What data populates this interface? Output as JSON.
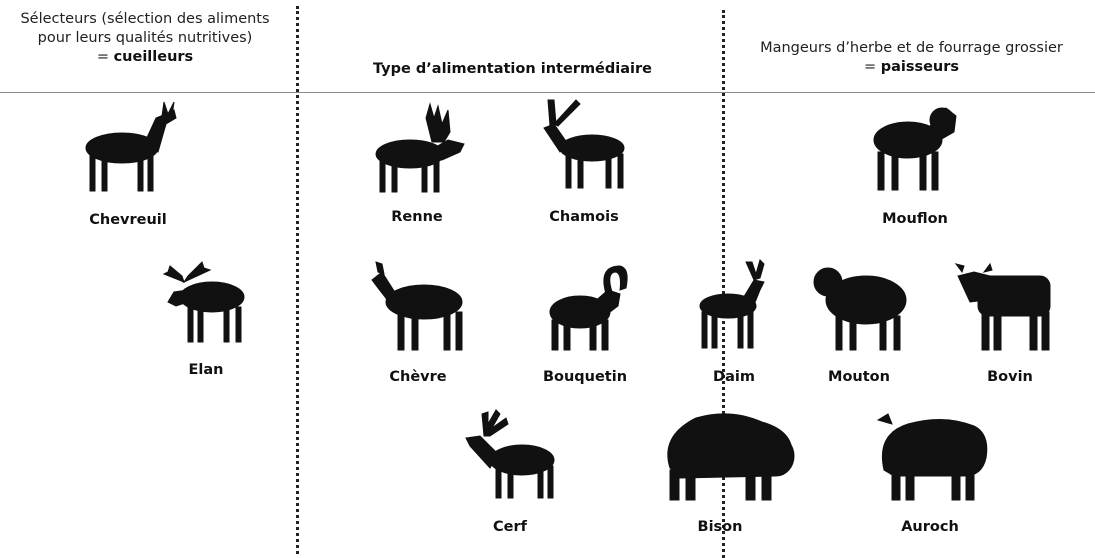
{
  "columns": {
    "left": {
      "line1": "Sélecteurs (sélection des aliments",
      "line2": "pour leurs qualités nutritives)",
      "prefix": "= ",
      "bold": "cueilleurs"
    },
    "middle": {
      "bold": "Type d’alimentation intermédiaire"
    },
    "right": {
      "line1": "Mangeurs d’herbe et de fourrage grossier",
      "prefix": "= ",
      "bold": "paisseurs"
    }
  },
  "animals": {
    "chevreuil": "Chevreuil",
    "elan": "Elan",
    "renne": "Renne",
    "chamois": "Chamois",
    "mouflon": "Mouflon",
    "chevre": "Chèvre",
    "bouquetin": "Bouquetin",
    "daim": "Daim",
    "mouton": "Mouton",
    "bovin": "Bovin",
    "cerf": "Cerf",
    "bison": "Bison",
    "auroch": "Auroch"
  },
  "colors": {
    "silhouette": "#111111",
    "divider": "#222222",
    "rule": "#8a8a8a"
  }
}
